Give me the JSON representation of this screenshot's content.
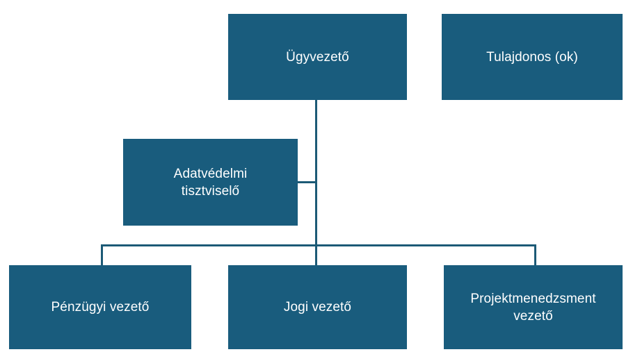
{
  "chart": {
    "type": "org-chart",
    "background_color": "#FFFFFF",
    "node_fill_color": "#195C7D",
    "node_text_color": "#FFFFFF",
    "connector_color": "#1C5A76",
    "nodes": [
      {
        "id": "ugyvezeto",
        "label": "Ügyvezető",
        "level": 1
      },
      {
        "id": "tulajdonos",
        "label": "Tulajdonos (ok)",
        "level": 1
      },
      {
        "id": "adatvedelmi",
        "label": "Adatvédelmi\ntisztviselő",
        "level": 2
      },
      {
        "id": "penzugyi",
        "label": "Pénzügyi vezető",
        "level": 3
      },
      {
        "id": "jogi",
        "label": "Jogi vezető",
        "level": 3
      },
      {
        "id": "projekt",
        "label": "Projektmenedzsment\nvezető",
        "level": 3
      }
    ],
    "edges": [
      {
        "from": "ugyvezeto",
        "to": "adatvedelmi"
      },
      {
        "from": "ugyvezeto",
        "to": "penzugyi"
      },
      {
        "from": "ugyvezeto",
        "to": "jogi"
      },
      {
        "from": "ugyvezeto",
        "to": "projekt"
      }
    ]
  }
}
